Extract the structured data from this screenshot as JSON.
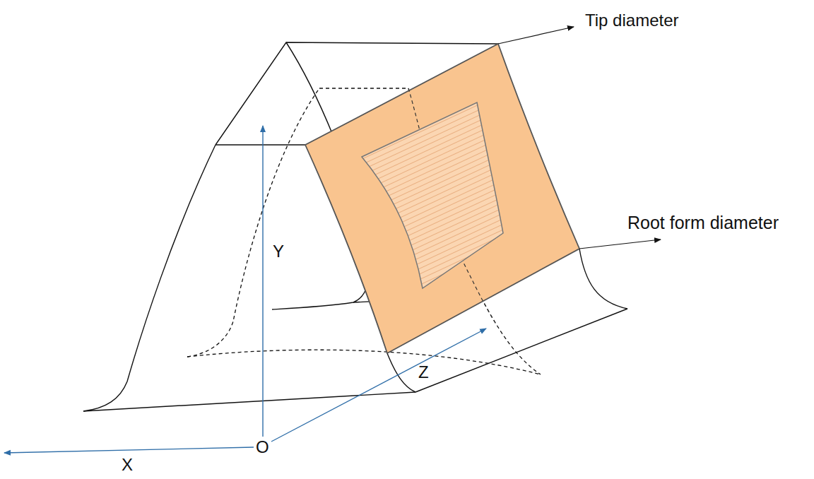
{
  "diagram": {
    "labels": [
      "Tip diameter",
      "Root form diameter",
      "Y",
      "Z",
      "O",
      "X"
    ]
  }
}
